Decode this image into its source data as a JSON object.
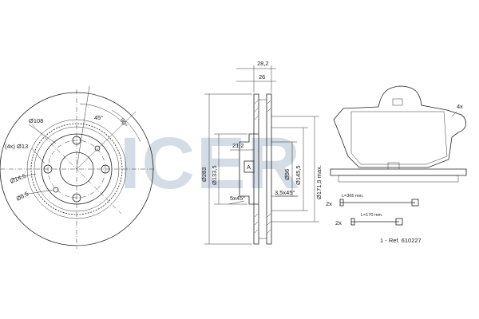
{
  "watermark": {
    "text": "ICER",
    "color": "#d4dce6"
  },
  "disc_front": {
    "pcd": "Ø108",
    "bolt_holes": "(4x) Ø13",
    "center_hole_dia": "Ø14,5",
    "small_hole_dia": "Ø8,5",
    "angle_a": "45°",
    "angle_b": "90°"
  },
  "disc_section": {
    "total_thickness": "28,2",
    "min_thickness": "26",
    "outer_diameter": "Ø283",
    "hub_diameter": "Ø133,5",
    "inner_diameter": "Ø56",
    "diameter_2": "Ø145,5",
    "diameter_max": "Ø171,9 max.",
    "hub_height": "21,2",
    "chamfer_1": "5x45°",
    "chamfer_2": "3,5x45°",
    "datum": "A"
  },
  "pads": {
    "quantity": "4x",
    "sensor_1_qty": "2x",
    "sensor_1_length": "L=365 mm.",
    "sensor_2_qty": "2x",
    "sensor_2_length": "L=170 mm.",
    "reference": "1 - Ref. 610227"
  }
}
